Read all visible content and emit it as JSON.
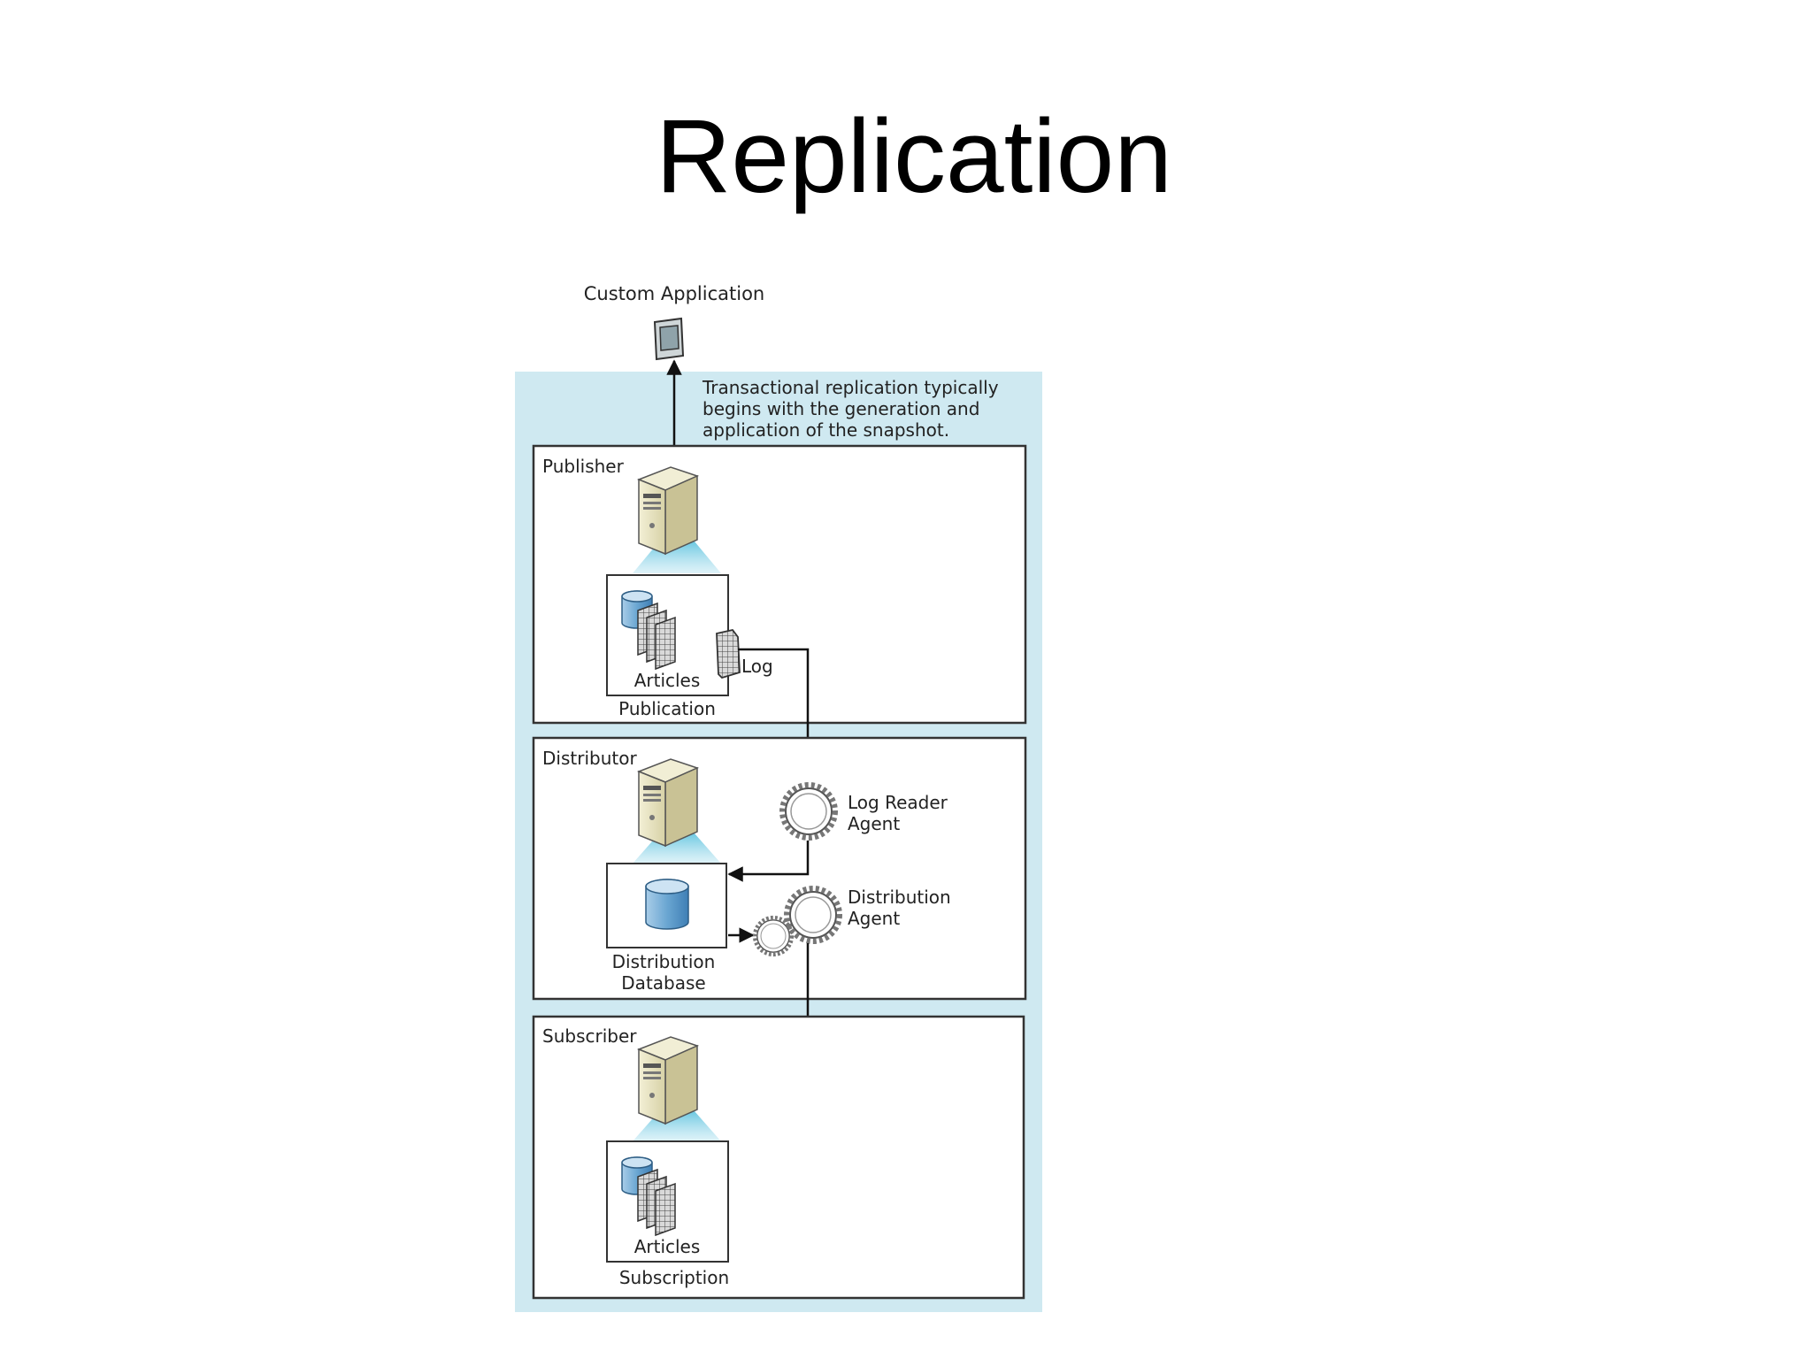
{
  "title": "Replication",
  "custom_application": "Custom Application",
  "note": [
    "Transactional replication typically",
    "begins with the generation and",
    "application of the snapshot."
  ],
  "publisher": {
    "label": "Publisher",
    "articles": "Articles",
    "publication": "Publication",
    "log": "Log"
  },
  "distributor": {
    "label": "Distributor",
    "log_reader_agent": [
      "Log Reader",
      "Agent"
    ],
    "distribution_agent": [
      "Distribution",
      "Agent"
    ],
    "distribution_database": [
      "Distribution",
      "Database"
    ]
  },
  "subscriber": {
    "label": "Subscriber",
    "articles": "Articles",
    "subscription": "Subscription"
  },
  "colors": {
    "panel_background": "#cfe9f1",
    "section_border": "#333333",
    "server_body": "#e6e2bf",
    "database": "#7fb3d8",
    "gear": "#ffffff"
  }
}
